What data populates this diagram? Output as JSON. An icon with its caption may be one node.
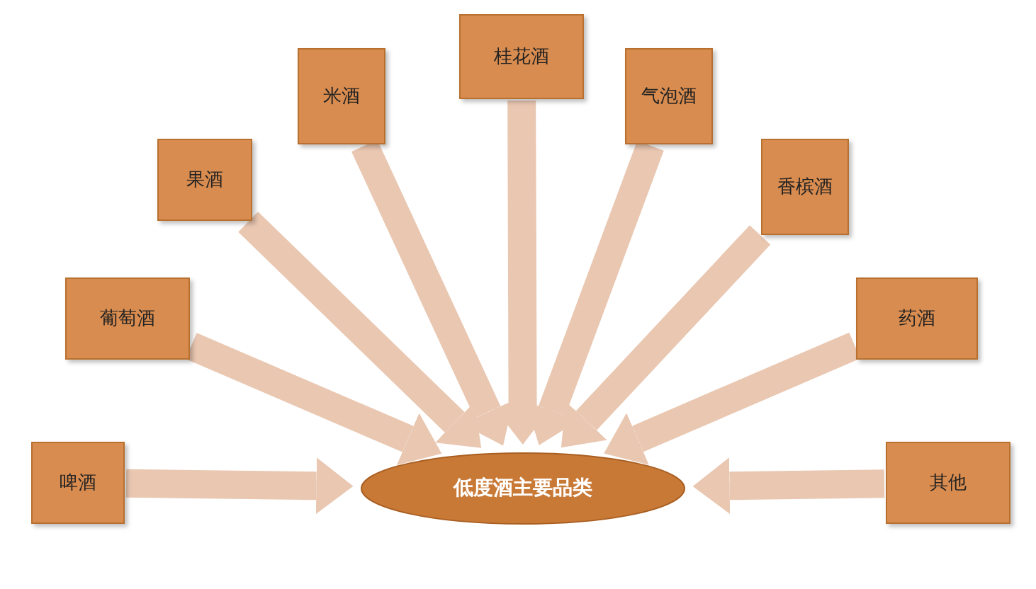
{
  "diagram": {
    "nodes": [
      {
        "text": [
          "啤酒"
        ]
      },
      {
        "text": [
          "葡萄酒"
        ]
      },
      {
        "text": [
          "果酒"
        ]
      },
      {
        "text": [
          "米酒"
        ]
      },
      {
        "text": [
          "桂花酒"
        ]
      },
      {
        "text": [
          "气泡酒"
        ]
      },
      {
        "text": [
          "香槟酒"
        ]
      },
      {
        "text": [
          "药酒"
        ]
      },
      {
        "text": [
          "其他"
        ]
      },
      {
        "text": [
          "低度酒主要品类"
        ]
      }
    ],
    "edges": [
      {
        "from": 0,
        "to": 9,
        "arrow": "to"
      },
      {
        "from": 1,
        "to": 9,
        "arrow": "to"
      },
      {
        "from": 2,
        "to": 9,
        "arrow": "to"
      },
      {
        "from": 3,
        "to": 9,
        "arrow": "to"
      },
      {
        "from": 4,
        "to": 9,
        "arrow": "to"
      },
      {
        "from": 5,
        "to": 9,
        "arrow": "to"
      },
      {
        "from": 6,
        "to": 9,
        "arrow": "to"
      },
      {
        "from": 7,
        "to": 9,
        "arrow": "to"
      },
      {
        "from": 8,
        "to": 9,
        "arrow": "to"
      }
    ]
  }
}
